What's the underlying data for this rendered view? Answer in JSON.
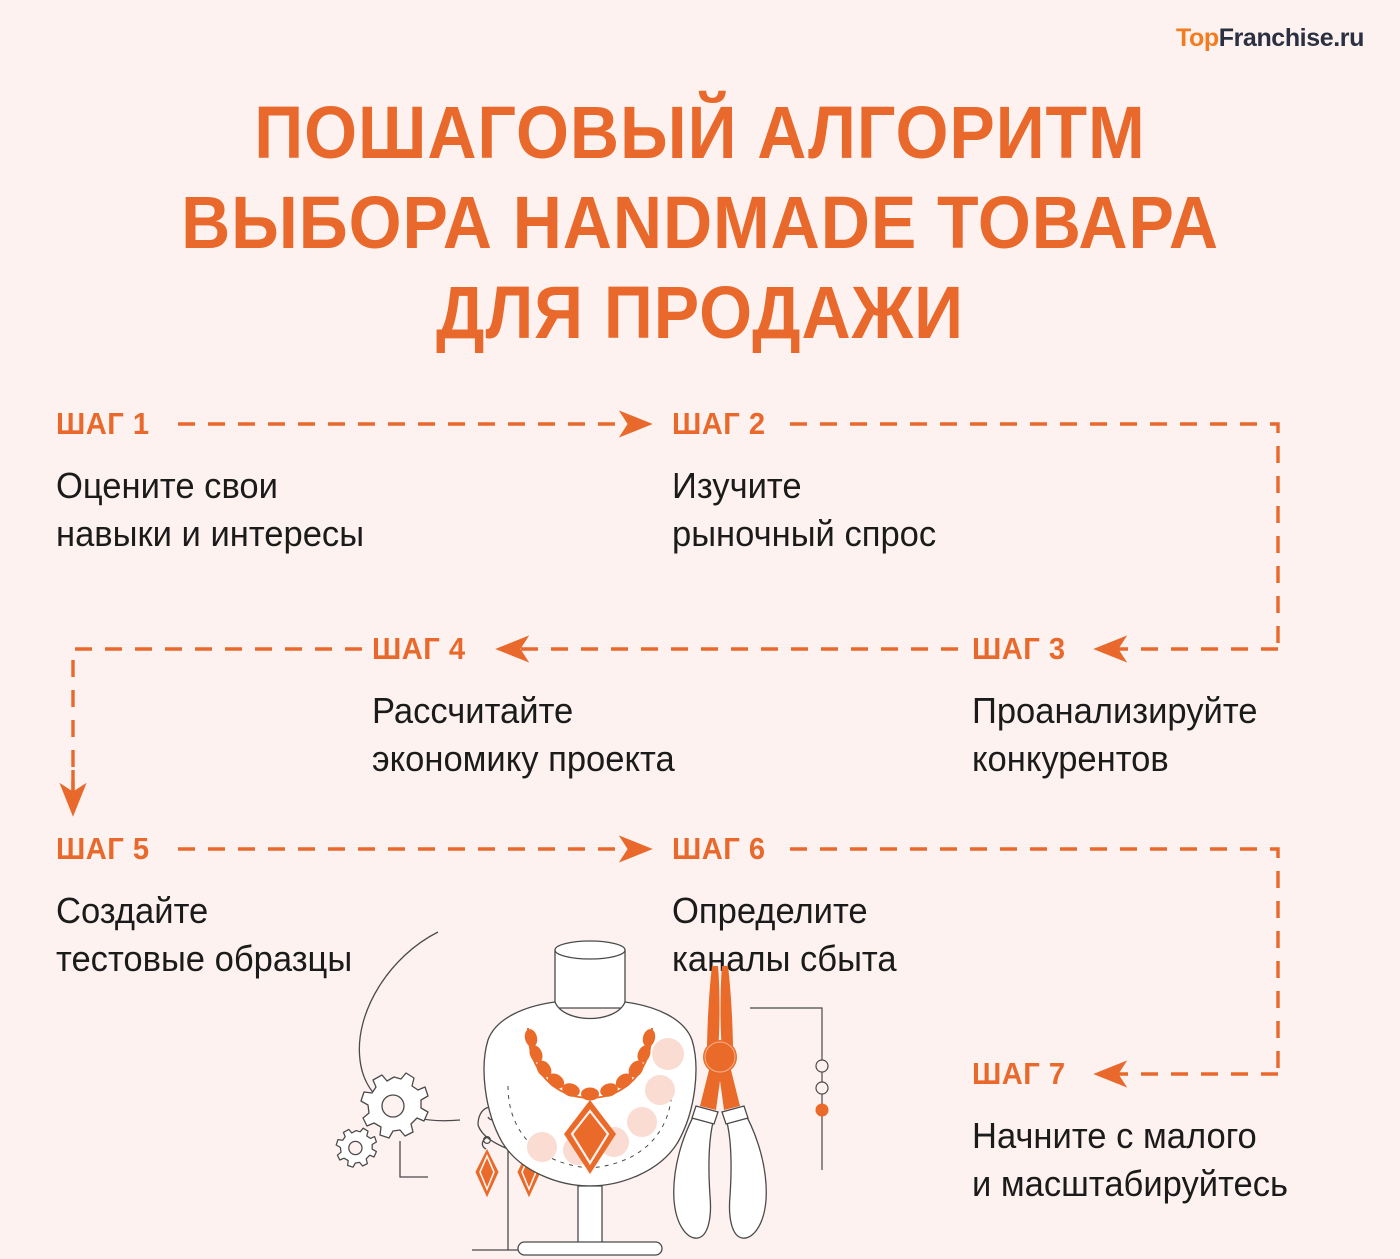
{
  "logo": {
    "part1": "Top",
    "part2": "Franchise",
    "dot": ".",
    "part3": "ru",
    "color_accent": "#f47c20",
    "color_dark": "#2a3042"
  },
  "title": {
    "line1": "ПОШАГОВЫЙ АЛГОРИТМ",
    "line2": "ВЫБОРА HANDMADE ТОВАРА",
    "line3": "ДЛЯ ПРОДАЖИ",
    "color": "#e8692b"
  },
  "theme": {
    "background": "#fdf2ef",
    "accent": "#e8692b",
    "accent_light": "#f9e0d4",
    "text": "#1b1b1b",
    "line": "#4a4a4a"
  },
  "steps": [
    {
      "label": "ШАГ 1",
      "line1": "Оцените свои",
      "line2": "навыки и интересы"
    },
    {
      "label": "ШАГ 2",
      "line1": "Изучите",
      "line2": "рыночный спрос"
    },
    {
      "label": "ШАГ 3",
      "line1": "Проанализируйте",
      "line2": "конкурентов"
    },
    {
      "label": "ШАГ 4",
      "line1": "Рассчитайте",
      "line2": "экономику проекта"
    },
    {
      "label": "ШАГ 5",
      "line1": "Создайте",
      "line2": "тестовые образцы"
    },
    {
      "label": "ШАГ 6",
      "line1": "Определите",
      "line2": "каналы сбыта"
    },
    {
      "label": "ШАГ 7",
      "line1": "Начните с малого",
      "line2": "и масштабируйтесь"
    }
  ],
  "illustration": {
    "name": "handmade-jewelry-illustration",
    "elements": [
      "jewelry-bust-mannequin",
      "orange-beaded-necklace",
      "diamond-pendant",
      "pearl-strand-necklace",
      "earrings-on-stand",
      "jewelry-pliers",
      "gears",
      "bead-dots"
    ]
  }
}
